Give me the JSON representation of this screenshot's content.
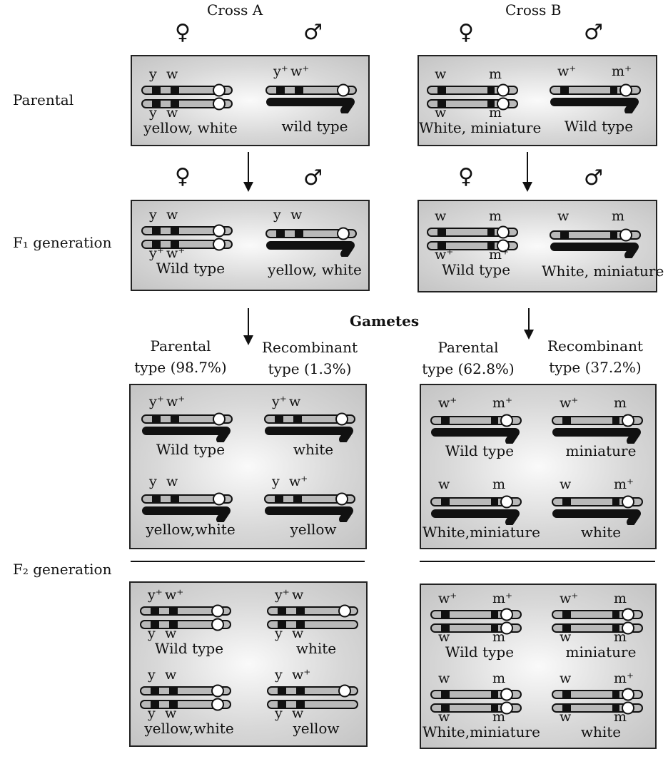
{
  "cross_a": {
    "title": "Cross A",
    "female": "♀",
    "male": "♂",
    "parental": {
      "female_top": [
        "y",
        "w"
      ],
      "female_bottom": [
        "y",
        "w"
      ],
      "female_pheno": "yellow, white",
      "male_top": [
        "y⁺",
        "w⁺"
      ],
      "male_pheno": "wild type"
    },
    "f1": {
      "female_top": [
        "y",
        "w"
      ],
      "female_bottom": [
        "y⁺",
        "w⁺"
      ],
      "female_pheno": "Wild type",
      "male_top": [
        "y",
        "w"
      ],
      "male_pheno": "yellow, white"
    },
    "gametes": {
      "parental_label": "Parental",
      "parental_pct": "type (98.7%)",
      "recomb_label": "Recombinant",
      "recomb_pct": "type (1.3%)",
      "items": [
        {
          "top": [
            "y⁺",
            "w⁺"
          ],
          "pheno": "Wild type"
        },
        {
          "top": [
            "y⁺",
            "w"
          ],
          "pheno": "white"
        },
        {
          "top": [
            "y",
            "w"
          ],
          "pheno": "yellow,white"
        },
        {
          "top": [
            "y",
            "w⁺"
          ],
          "pheno": "yellow"
        }
      ]
    },
    "f2": [
      {
        "top": [
          "y⁺",
          "w⁺"
        ],
        "bottom": [
          "y",
          "w"
        ],
        "pheno": "Wild type"
      },
      {
        "top": [
          "y⁺",
          "w"
        ],
        "bottom": [
          "y",
          "w"
        ],
        "pheno": "white"
      },
      {
        "top": [
          "y",
          "w"
        ],
        "bottom": [
          "y",
          "w"
        ],
        "pheno": "yellow,white"
      },
      {
        "top": [
          "y",
          "w⁺"
        ],
        "bottom": [
          "y",
          "w"
        ],
        "pheno": "yellow"
      }
    ]
  },
  "cross_b": {
    "title": "Cross B",
    "female": "♀",
    "male": "♂",
    "parental": {
      "female_top": [
        "w",
        "m"
      ],
      "female_bottom": [
        "w",
        "m"
      ],
      "female_pheno": "White, miniature",
      "male_top": [
        "w⁺",
        "m⁺"
      ],
      "male_pheno": "Wild type"
    },
    "f1": {
      "female_top": [
        "w",
        "m"
      ],
      "female_bottom": [
        "w⁺",
        "m⁺"
      ],
      "female_pheno": "Wild type",
      "male_top": [
        "w",
        "m"
      ],
      "male_pheno": "White, miniature"
    },
    "gametes": {
      "parental_label": "Parental",
      "parental_pct": "type (62.8%)",
      "recomb_label": "Recombinant",
      "recomb_pct": "type (37.2%)",
      "items": [
        {
          "top": [
            "w⁺",
            "m⁺"
          ],
          "pheno": "Wild type"
        },
        {
          "top": [
            "w⁺",
            "m"
          ],
          "pheno": "miniature"
        },
        {
          "top": [
            "w",
            "m"
          ],
          "pheno": "White,miniature"
        },
        {
          "top": [
            "w",
            "m⁺"
          ],
          "pheno": "white"
        }
      ]
    },
    "f2": [
      {
        "top": [
          "w⁺",
          "m⁺"
        ],
        "bottom": [
          "w",
          "m"
        ],
        "pheno": "Wild type"
      },
      {
        "top": [
          "w⁺",
          "m"
        ],
        "bottom": [
          "w",
          "m"
        ],
        "pheno": "miniature"
      },
      {
        "top": [
          "w",
          "m"
        ],
        "bottom": [
          "w",
          "m"
        ],
        "pheno": "White,miniature"
      },
      {
        "top": [
          "w",
          "m⁺"
        ],
        "bottom": [
          "w",
          "m"
        ],
        "pheno": "white"
      }
    ]
  },
  "rows": {
    "parental": "Parental",
    "f1": "F₁ generation",
    "gametes": "Gametes",
    "f2": "F₂ generation"
  }
}
